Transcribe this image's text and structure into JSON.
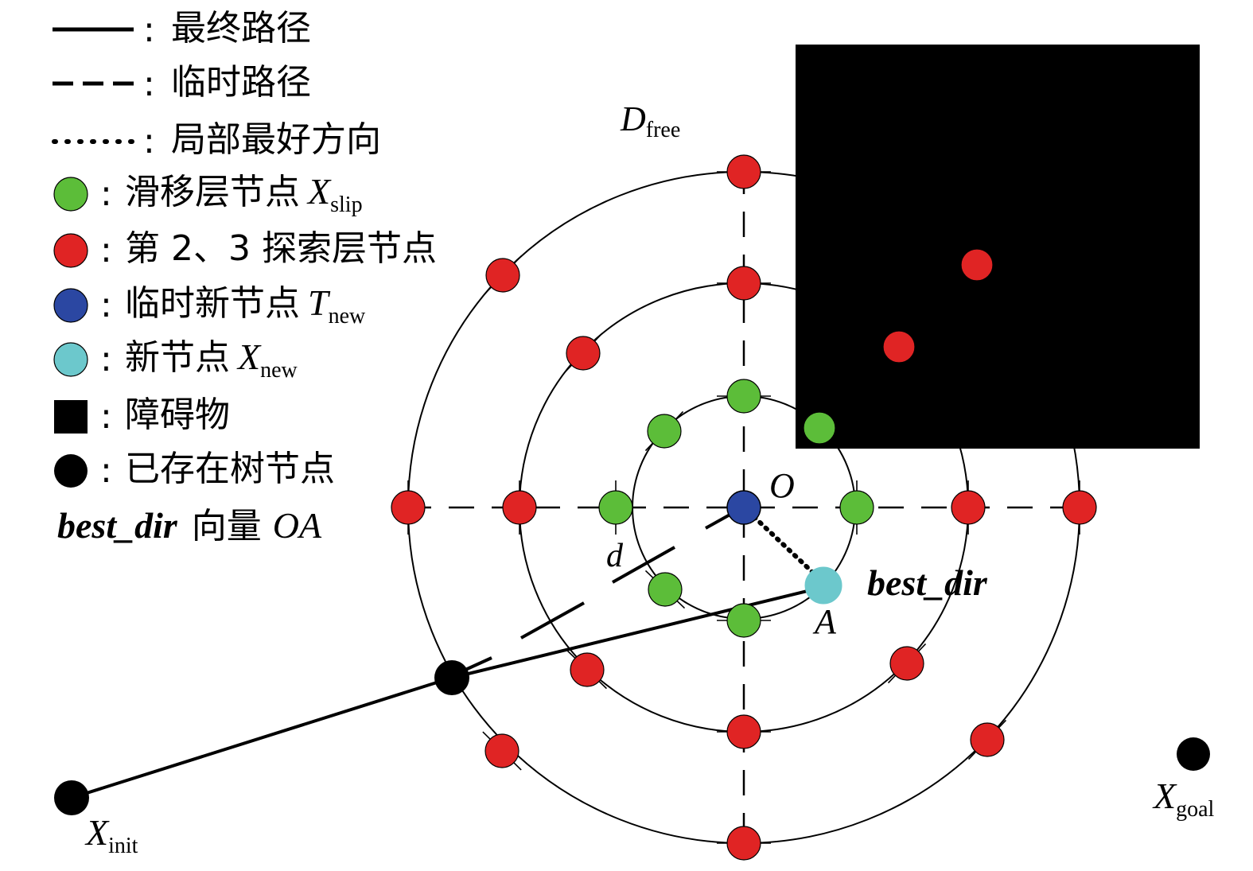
{
  "legend": {
    "final_path": "最终路径",
    "temp_path": "临时路径",
    "local_best": "局部最好方向",
    "slip_nodes": "滑移层节点",
    "slip_symbol": "X",
    "slip_sub": "slip",
    "explore_nodes": "第 2、3 探索层节点",
    "temp_new_node": "临时新节点",
    "temp_new_symbol": "T",
    "temp_new_sub": "new",
    "new_node": "新节点",
    "new_symbol": "X",
    "new_sub": "new",
    "obstacle": "障碍物",
    "tree_node": "已存在树节点",
    "best_dir_term": "best_dir",
    "best_dir_desc": "向量",
    "best_dir_vector": "OA"
  },
  "labels": {
    "d_free": "D",
    "d_free_sub": "free",
    "origin": "O",
    "point_a": "A",
    "best_dir": "best_dir",
    "d": "d",
    "x_init": "X",
    "x_init_sub": "init",
    "x_goal": "X",
    "x_goal_sub": "goal"
  },
  "colors": {
    "slip": "#5cbd39",
    "explore": "#e02424",
    "temp_new": "#2b47a2",
    "new_node": "#6cc8cc",
    "obstacle": "#000000",
    "tree": "#000000"
  }
}
